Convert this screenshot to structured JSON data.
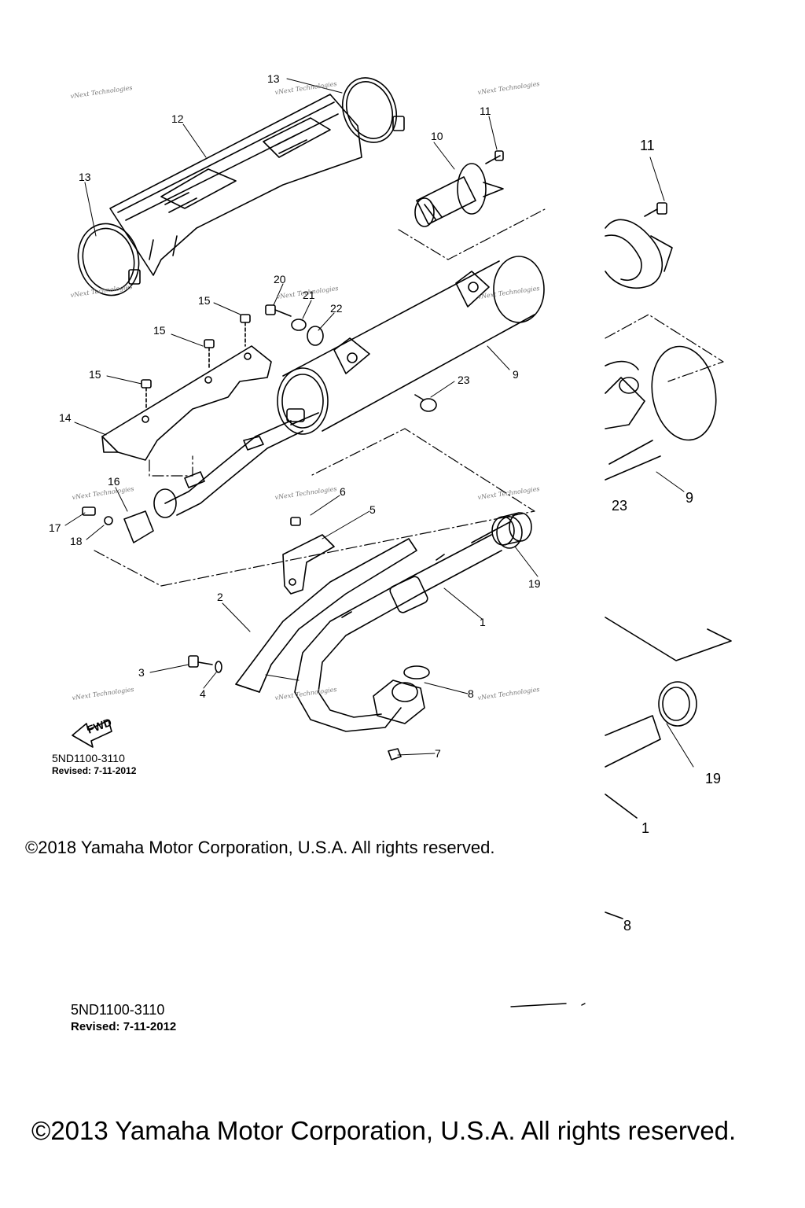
{
  "diagram": {
    "part_code": "5ND1100-3110",
    "revised": "Revised: 7-11-2012",
    "copyright_2018": "©2018 Yamaha Motor Corporation, U.S.A. All rights reserved.",
    "copyright_2013": "©2013 Yamaha Motor Corporation, U.S.A. All rights reserved.",
    "watermark": "vNext Technologies",
    "fwd_label": "FWD",
    "callouts": {
      "c1": "1",
      "c2": "2",
      "c3": "3",
      "c4": "4",
      "c5": "5",
      "c6": "6",
      "c7": "7",
      "c8": "8",
      "c9": "9",
      "c10": "10",
      "c11": "11",
      "c12": "12",
      "c13a": "13",
      "c13b": "13",
      "c14": "14",
      "c15a": "15",
      "c15b": "15",
      "c15c": "15",
      "c16": "16",
      "c17": "17",
      "c18": "18",
      "c19": "19",
      "c20": "20",
      "c21": "21",
      "c22": "22",
      "c23": "23",
      "r11": "11",
      "r9": "9",
      "r23": "23",
      "r19": "19",
      "r1": "1",
      "r8": "8"
    },
    "lower_code": "5ND1100-3110",
    "lower_revised": "Revised: 7-11-2012"
  }
}
